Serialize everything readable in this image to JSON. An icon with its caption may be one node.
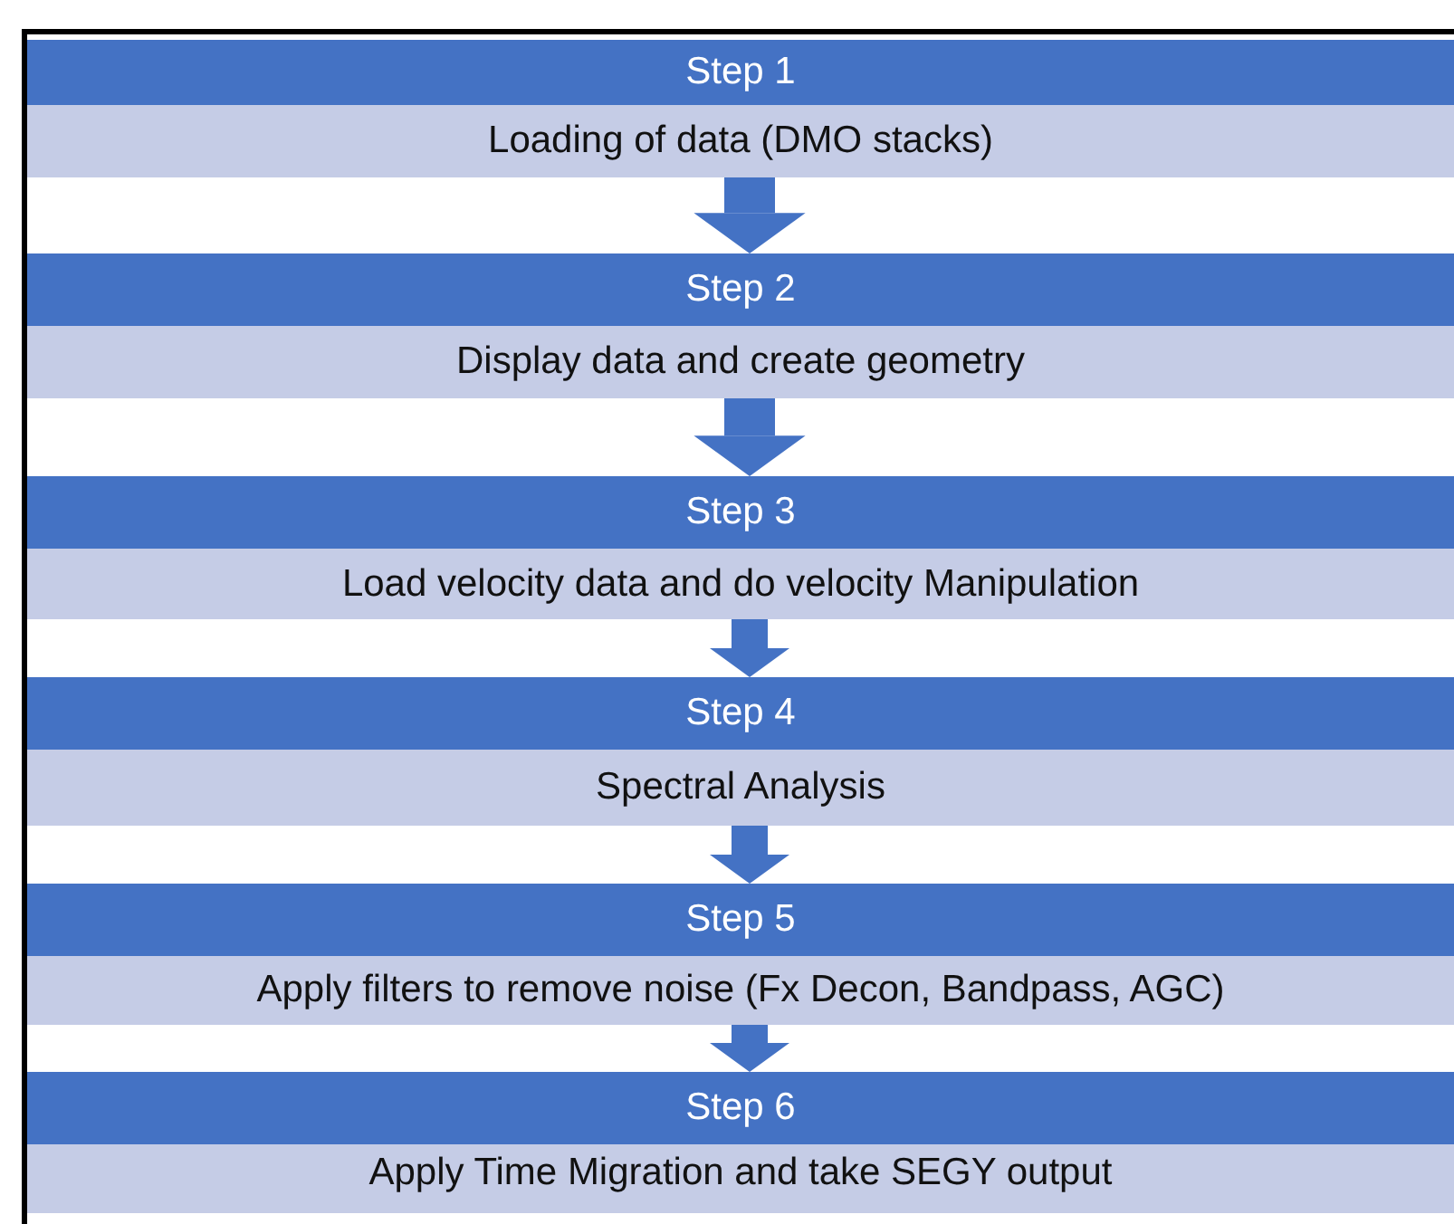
{
  "diagram": {
    "nodes": [
      {
        "text": [
          "Step 1",
          "Loading of data (DMO stacks)"
        ]
      },
      {
        "text": [
          "Step 2",
          "Display data and create geometry"
        ]
      },
      {
        "text": [
          "Step 3",
          "Load velocity data and do velocity Manipulation"
        ]
      },
      {
        "text": [
          "Step 4",
          "Spectral Analysis"
        ]
      },
      {
        "text": [
          "Step 5",
          "Apply filters to remove noise (Fx Decon, Bandpass, AGC)"
        ]
      },
      {
        "text": [
          "Step 6",
          "Apply Time Migration and take SEGY output"
        ]
      }
    ],
    "edges": [
      {
        "from": 0,
        "to": 1,
        "arrow": "to"
      },
      {
        "from": 1,
        "to": 2,
        "arrow": "to"
      },
      {
        "from": 2,
        "to": 3,
        "arrow": "to"
      },
      {
        "from": 3,
        "to": 4,
        "arrow": "to"
      },
      {
        "from": 4,
        "to": 5,
        "arrow": "to"
      }
    ]
  }
}
